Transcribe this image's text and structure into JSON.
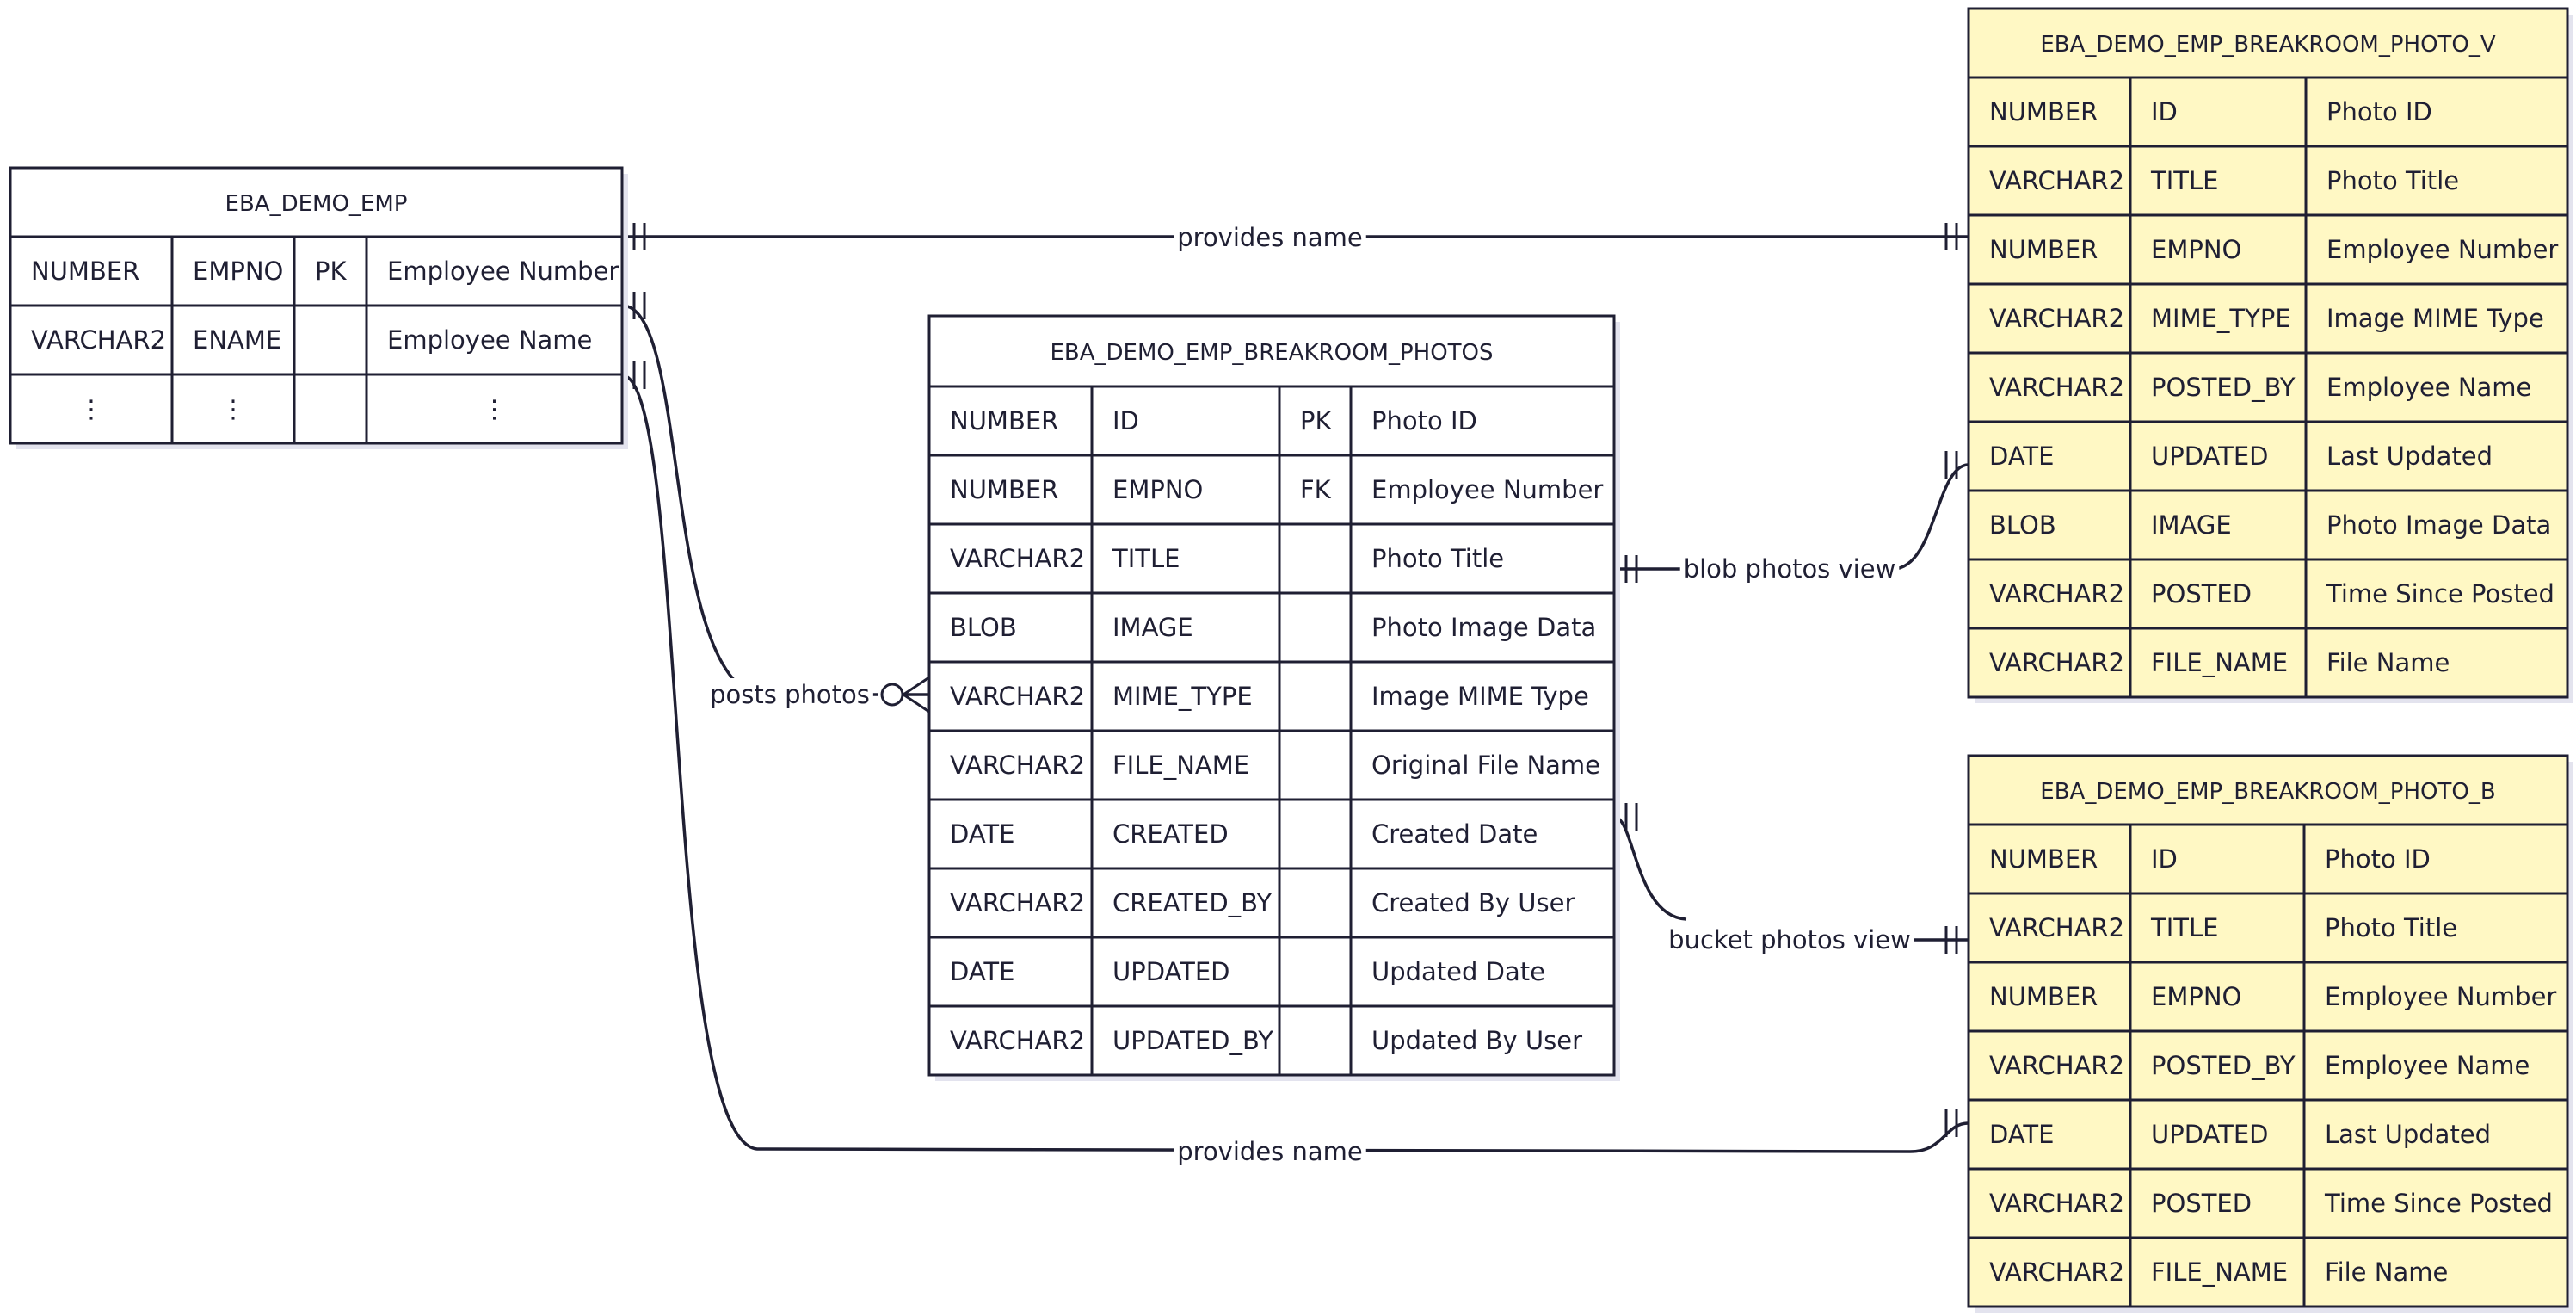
{
  "colors": {
    "line": "#1f1f33",
    "entity_fill": "#ffffff",
    "view_fill": "#fff8c4",
    "shadow": "#e3e3ee"
  },
  "entities": [
    {
      "id": "emp",
      "name": "EBA_DEMO_EMP",
      "rows": [
        [
          "NUMBER",
          "EMPNO",
          "PK",
          "Employee Number"
        ],
        [
          "VARCHAR2",
          "ENAME",
          "",
          "Employee Name"
        ],
        [
          "⋮",
          "⋮",
          "",
          "⋮"
        ]
      ]
    },
    {
      "id": "photos",
      "name": "EBA_DEMO_EMP_BREAKROOM_PHOTOS",
      "rows": [
        [
          "NUMBER",
          "ID",
          "PK",
          "Photo ID"
        ],
        [
          "NUMBER",
          "EMPNO",
          "FK",
          "Employee Number"
        ],
        [
          "VARCHAR2",
          "TITLE",
          "",
          "Photo Title"
        ],
        [
          "BLOB",
          "IMAGE",
          "",
          "Photo Image Data"
        ],
        [
          "VARCHAR2",
          "MIME_TYPE",
          "",
          "Image MIME Type"
        ],
        [
          "VARCHAR2",
          "FILE_NAME",
          "",
          "Original File Name"
        ],
        [
          "DATE",
          "CREATED",
          "",
          "Created Date"
        ],
        [
          "VARCHAR2",
          "CREATED_BY",
          "",
          "Created By User"
        ],
        [
          "DATE",
          "UPDATED",
          "",
          "Updated Date"
        ],
        [
          "VARCHAR2",
          "UPDATED_BY",
          "",
          "Updated By User"
        ]
      ]
    },
    {
      "id": "photo_v",
      "name": "EBA_DEMO_EMP_BREAKROOM_PHOTO_V",
      "rows": [
        [
          "NUMBER",
          "ID",
          "Photo ID"
        ],
        [
          "VARCHAR2",
          "TITLE",
          "Photo Title"
        ],
        [
          "NUMBER",
          "EMPNO",
          "Employee Number"
        ],
        [
          "VARCHAR2",
          "MIME_TYPE",
          "Image MIME Type"
        ],
        [
          "VARCHAR2",
          "POSTED_BY",
          "Employee Name"
        ],
        [
          "DATE",
          "UPDATED",
          "Last Updated"
        ],
        [
          "BLOB",
          "IMAGE",
          "Photo Image Data"
        ],
        [
          "VARCHAR2",
          "POSTED",
          "Time Since Posted"
        ],
        [
          "VARCHAR2",
          "FILE_NAME",
          "File Name"
        ]
      ]
    },
    {
      "id": "photo_b",
      "name": "EBA_DEMO_EMP_BREAKROOM_PHOTO_B",
      "rows": [
        [
          "NUMBER",
          "ID",
          "Photo ID"
        ],
        [
          "VARCHAR2",
          "TITLE",
          "Photo Title"
        ],
        [
          "NUMBER",
          "EMPNO",
          "Employee Number"
        ],
        [
          "VARCHAR2",
          "POSTED_BY",
          "Employee Name"
        ],
        [
          "DATE",
          "UPDATED",
          "Last Updated"
        ],
        [
          "VARCHAR2",
          "POSTED",
          "Time Since Posted"
        ],
        [
          "VARCHAR2",
          "FILE_NAME",
          "File Name"
        ]
      ]
    }
  ],
  "relationships": [
    {
      "id": "emp_photo_v",
      "label": "provides name",
      "from": "emp",
      "to": "photo_v",
      "from_card": "exactly-one",
      "to_card": "exactly-one"
    },
    {
      "id": "emp_photos",
      "label": "posts photos",
      "from": "emp",
      "to": "photos",
      "from_card": "exactly-one",
      "to_card": "zero-or-more"
    },
    {
      "id": "emp_photo_b",
      "label": "provides name",
      "from": "emp",
      "to": "photo_b",
      "from_card": "exactly-one",
      "to_card": "exactly-one"
    },
    {
      "id": "photos_photo_v",
      "label": "blob photos view",
      "from": "photos",
      "to": "photo_v",
      "from_card": "exactly-one",
      "to_card": "exactly-one"
    },
    {
      "id": "photos_photo_b",
      "label": "bucket photos view",
      "from": "photos",
      "to": "photo_b",
      "from_card": "exactly-one",
      "to_card": "exactly-one"
    }
  ]
}
